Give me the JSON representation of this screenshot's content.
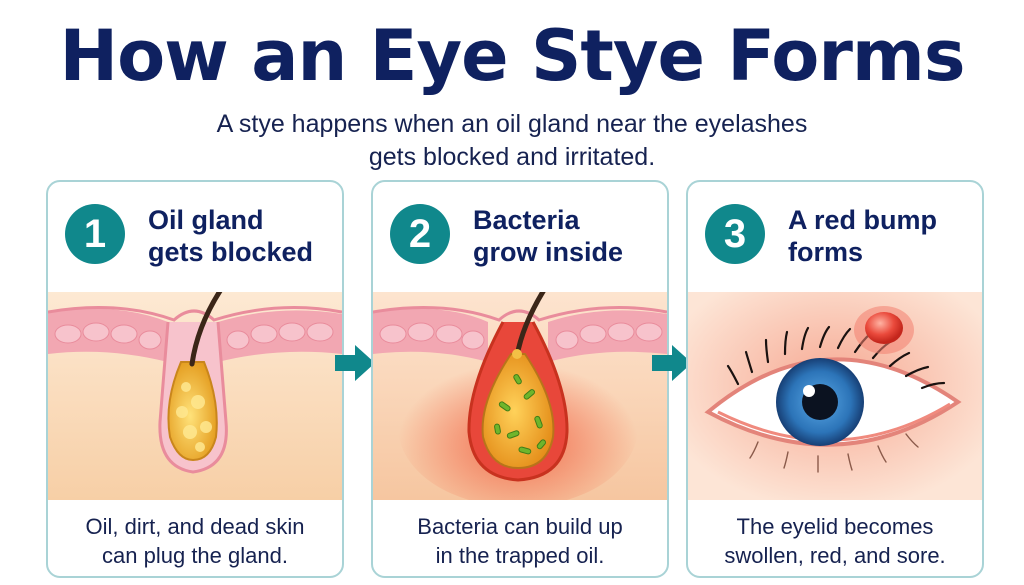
{
  "header": {
    "title": "How an Eye Stye Forms",
    "subtitle_lines": [
      "A stye happens when an oil gland near the eyelashes",
      "gets blocked and irritated."
    ]
  },
  "steps": [
    {
      "number": "1",
      "title_lines": [
        "Oil gland",
        "gets blocked"
      ],
      "caption_lines": [
        "Oil, dirt, and dead skin",
        "can plug the gland."
      ]
    },
    {
      "number": "2",
      "title_lines": [
        "Bacteria",
        "grow inside"
      ],
      "caption_lines": [
        "Bacteria can build up",
        "in the trapped oil."
      ]
    },
    {
      "number": "3",
      "title_lines": [
        "A red bump",
        "forms"
      ],
      "caption_lines": [
        "The eyelid becomes",
        "swollen, red, and sore."
      ]
    }
  ],
  "colors": {
    "title": "#0f2160",
    "accent_teal": "#10888c",
    "panel_border": "#a9d3d6",
    "skin": "#fbe1c4",
    "tissue_pink": "#f2a7b2",
    "oil_yellow": "#f2b233",
    "inflamed_red": "#e8473a",
    "bacteria_green": "#6fb52c",
    "iris_blue": "#2c74b8"
  },
  "icons": [
    "arrow-right-icon",
    "hair-follicle-illustration",
    "infected-gland-illustration",
    "eye-with-stye-illustration"
  ]
}
